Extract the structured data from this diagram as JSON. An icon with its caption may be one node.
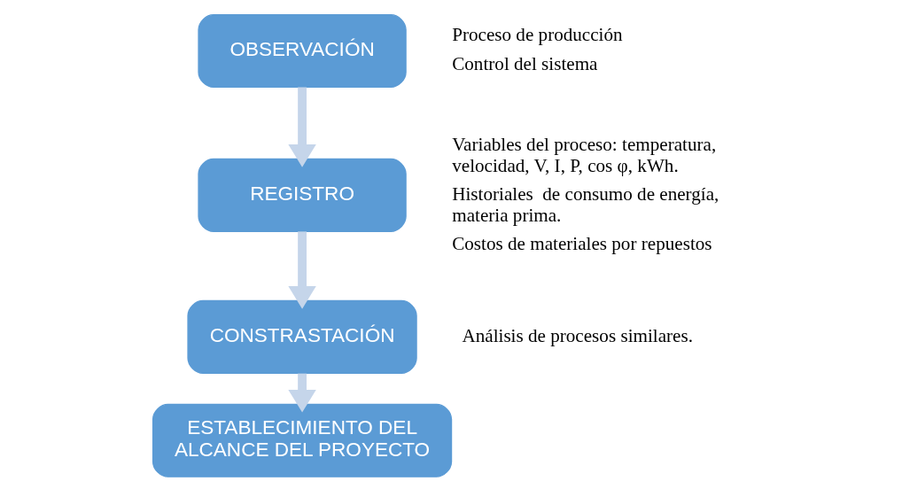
{
  "diagram": {
    "nodes": [
      {
        "text": [
          "OBSERVACIÓN"
        ],
        "beside": [
          "Proceso de producción",
          "Control del sistema"
        ]
      },
      {
        "text": [
          "REGISTRO"
        ],
        "beside": [
          "Variables del proceso: temperatura, velocidad, V, I, P, cos φ, kWh.",
          "Historiales  de consumo de energía, materia prima.",
          "Costos de materiales por repuestos"
        ]
      },
      {
        "text": [
          "CONSTRASTACIÓN"
        ],
        "beside": [
          "Análisis de procesos similares."
        ]
      },
      {
        "text": [
          "ESTABLECIMIENTO DEL ALCANCE DEL PROYECTO"
        ]
      }
    ],
    "edges": [
      {
        "from": 0,
        "to": 1,
        "arrow": "to"
      },
      {
        "from": 1,
        "to": 2,
        "arrow": "to"
      },
      {
        "from": 2,
        "to": 3,
        "arrow": "to"
      }
    ]
  }
}
